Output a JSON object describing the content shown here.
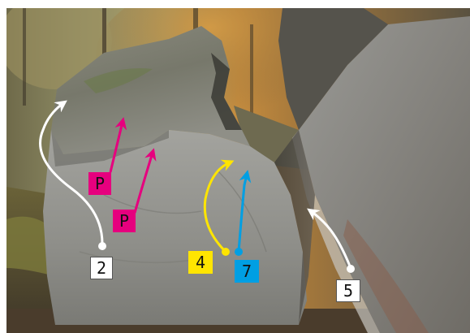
{
  "routes": [
    {
      "id": "route-2",
      "label": "2",
      "color": "#ffffff"
    },
    {
      "id": "route-p-upper",
      "label": "P",
      "color": "#e6007e"
    },
    {
      "id": "route-p-lower",
      "label": "P",
      "color": "#e6007e"
    },
    {
      "id": "route-4",
      "label": "4",
      "color": "#ffe500"
    },
    {
      "id": "route-7",
      "label": "7",
      "color": "#009fe3"
    },
    {
      "id": "route-5",
      "label": "5",
      "color": "#ffffff"
    }
  ]
}
